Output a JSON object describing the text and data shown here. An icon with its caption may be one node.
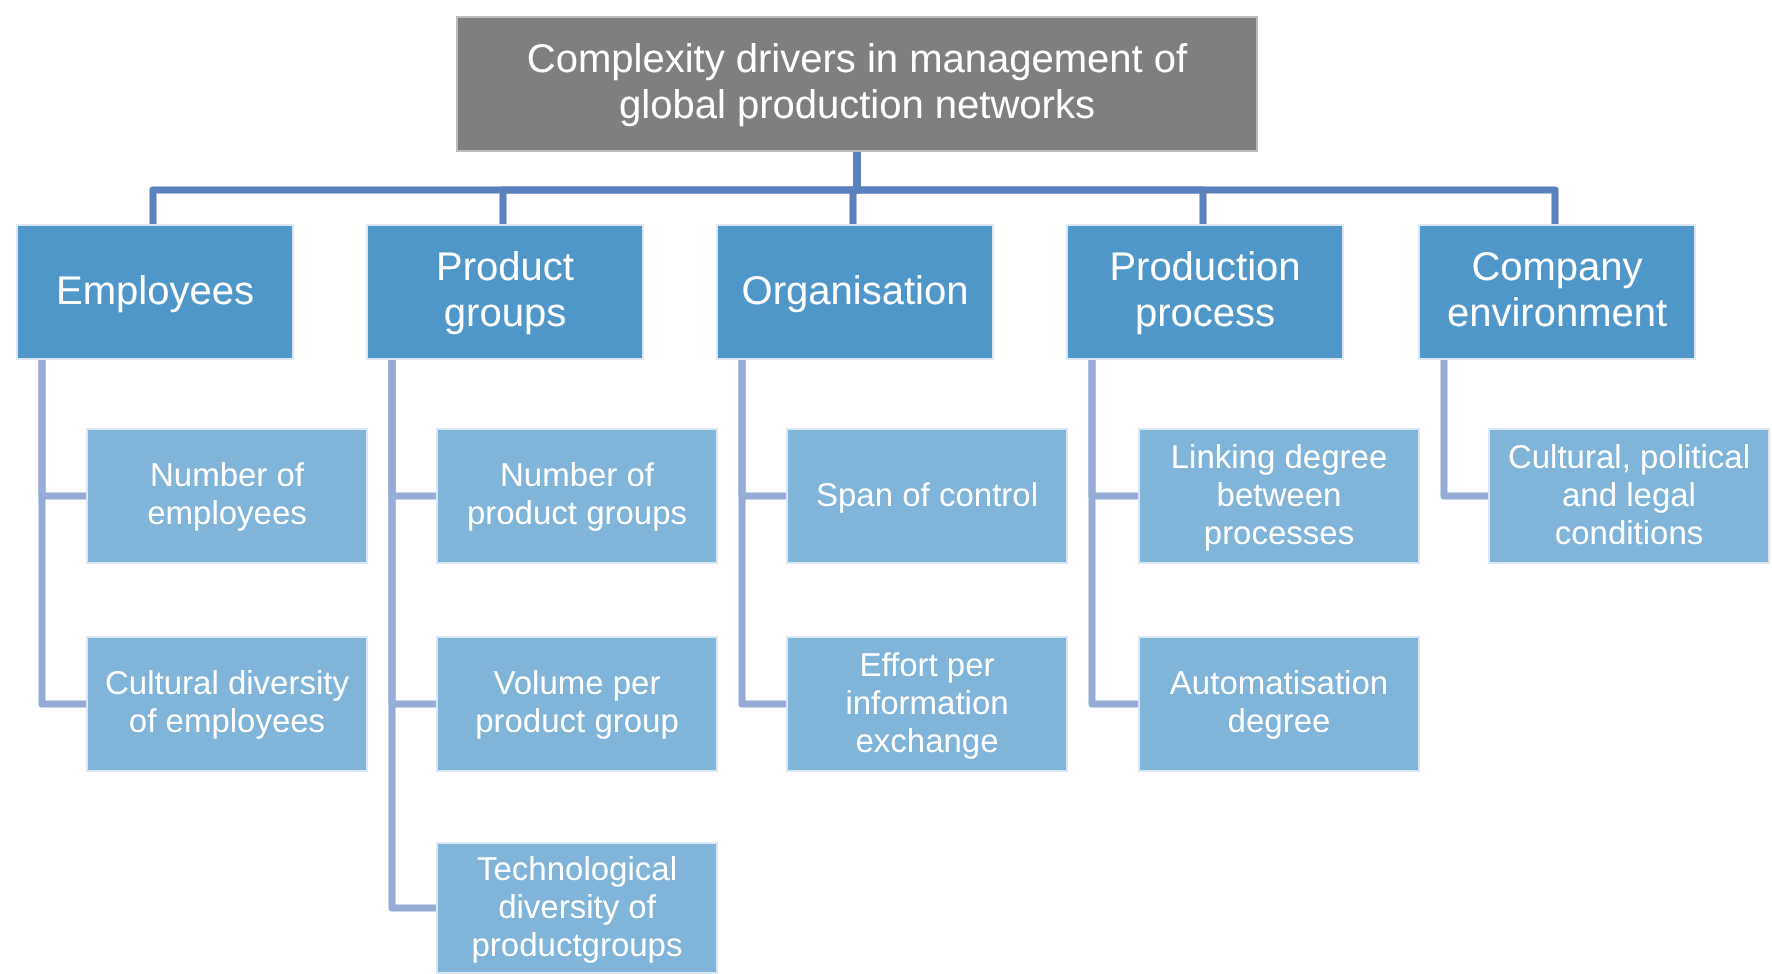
{
  "diagram": {
    "nodes": [
      {
        "text": [
          "Complexity drivers in management of global production networks"
        ]
      },
      {
        "text": [
          "Employees"
        ]
      },
      {
        "text": [
          "Product groups"
        ]
      },
      {
        "text": [
          "Organisation"
        ]
      },
      {
        "text": [
          "Production process"
        ]
      },
      {
        "text": [
          "Company environment"
        ]
      },
      {
        "text": [
          "Number of employees"
        ]
      },
      {
        "text": [
          "Cultural diversity of employees"
        ]
      },
      {
        "text": [
          "Number of product groups"
        ]
      },
      {
        "text": [
          "Volume per product group"
        ]
      },
      {
        "text": [
          "Technological diversity of productgroups"
        ]
      },
      {
        "text": [
          "Span of control"
        ]
      },
      {
        "text": [
          "Effort per information exchange"
        ]
      },
      {
        "text": [
          "Linking degree between processes"
        ]
      },
      {
        "text": [
          "Automatisation degree"
        ]
      },
      {
        "text": [
          "Cultural, political and legal conditions"
        ]
      }
    ],
    "edges": [
      {
        "from": 0,
        "to": 1,
        "arrow": "none",
        "color": "#5a80be"
      },
      {
        "from": 0,
        "to": 2,
        "arrow": "none",
        "color": "#5a80be"
      },
      {
        "from": 0,
        "to": 3,
        "arrow": "none",
        "color": "#5a80be"
      },
      {
        "from": 0,
        "to": 4,
        "arrow": "none",
        "color": "#5a80be"
      },
      {
        "from": 0,
        "to": 5,
        "arrow": "none",
        "color": "#5a80be"
      },
      {
        "from": 1,
        "to": 6,
        "arrow": "none"
      },
      {
        "from": 1,
        "to": 7,
        "arrow": "none"
      },
      {
        "from": 2,
        "to": 8,
        "arrow": "none"
      },
      {
        "from": 2,
        "to": 9,
        "arrow": "none"
      },
      {
        "from": 2,
        "to": 10,
        "arrow": "none"
      },
      {
        "from": 3,
        "to": 11,
        "arrow": "none"
      },
      {
        "from": 3,
        "to": 12,
        "arrow": "none"
      },
      {
        "from": 4,
        "to": 13,
        "arrow": "none"
      },
      {
        "from": 4,
        "to": 14,
        "arrow": "none"
      },
      {
        "from": 5,
        "to": 15,
        "arrow": "none"
      }
    ]
  }
}
